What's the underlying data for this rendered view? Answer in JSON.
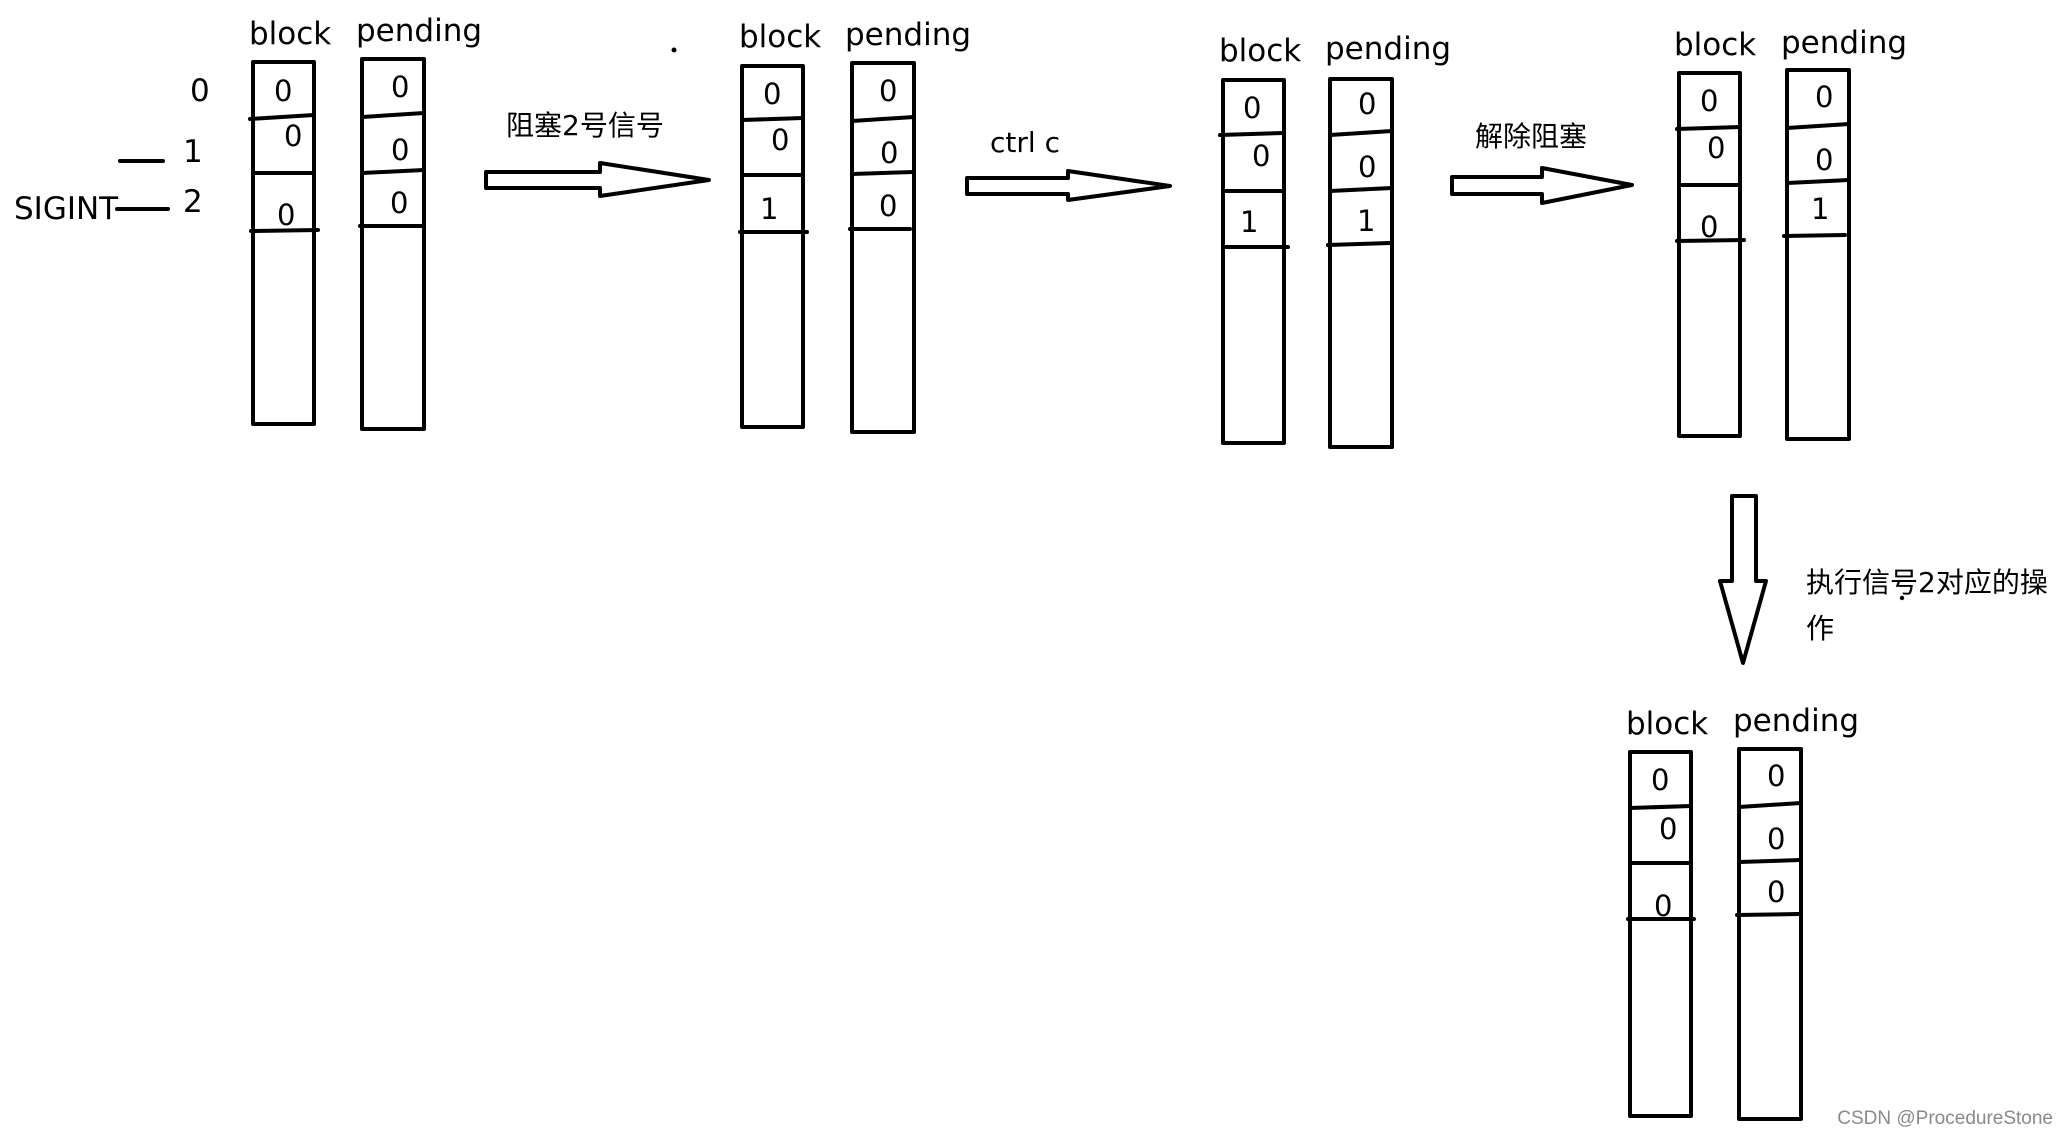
{
  "diagram": {
    "legend": {
      "index_labels": [
        "0",
        "1",
        "2"
      ],
      "signal_name": "SIGINT"
    },
    "states": [
      {
        "block_label": "block",
        "pending_label": "pending",
        "block": [
          "0",
          "0",
          "0"
        ],
        "pending": [
          "0",
          "0",
          "0"
        ]
      },
      {
        "block_label": "block",
        "pending_label": "pending",
        "block": [
          "0",
          "0",
          "1"
        ],
        "pending": [
          "0",
          "0",
          "0"
        ]
      },
      {
        "block_label": "block",
        "pending_label": "pending",
        "block": [
          "0",
          "0",
          "1"
        ],
        "pending": [
          "0",
          "0",
          "1"
        ]
      },
      {
        "block_label": "block",
        "pending_label": "pending",
        "block": [
          "0",
          "0",
          "0"
        ],
        "pending": [
          "0",
          "0",
          "1"
        ]
      },
      {
        "block_label": "block",
        "pending_label": "pending",
        "block": [
          "0",
          "0",
          "0"
        ],
        "pending": [
          "0",
          "0",
          "0"
        ]
      }
    ],
    "transitions": [
      {
        "label": "阻塞2号信号"
      },
      {
        "label": "ctrl c"
      },
      {
        "label": "解除阻塞"
      },
      {
        "label_line1": "执行信号2对应的操",
        "label_line2": "作"
      }
    ],
    "watermark": "CSDN @ProcedureStone"
  }
}
